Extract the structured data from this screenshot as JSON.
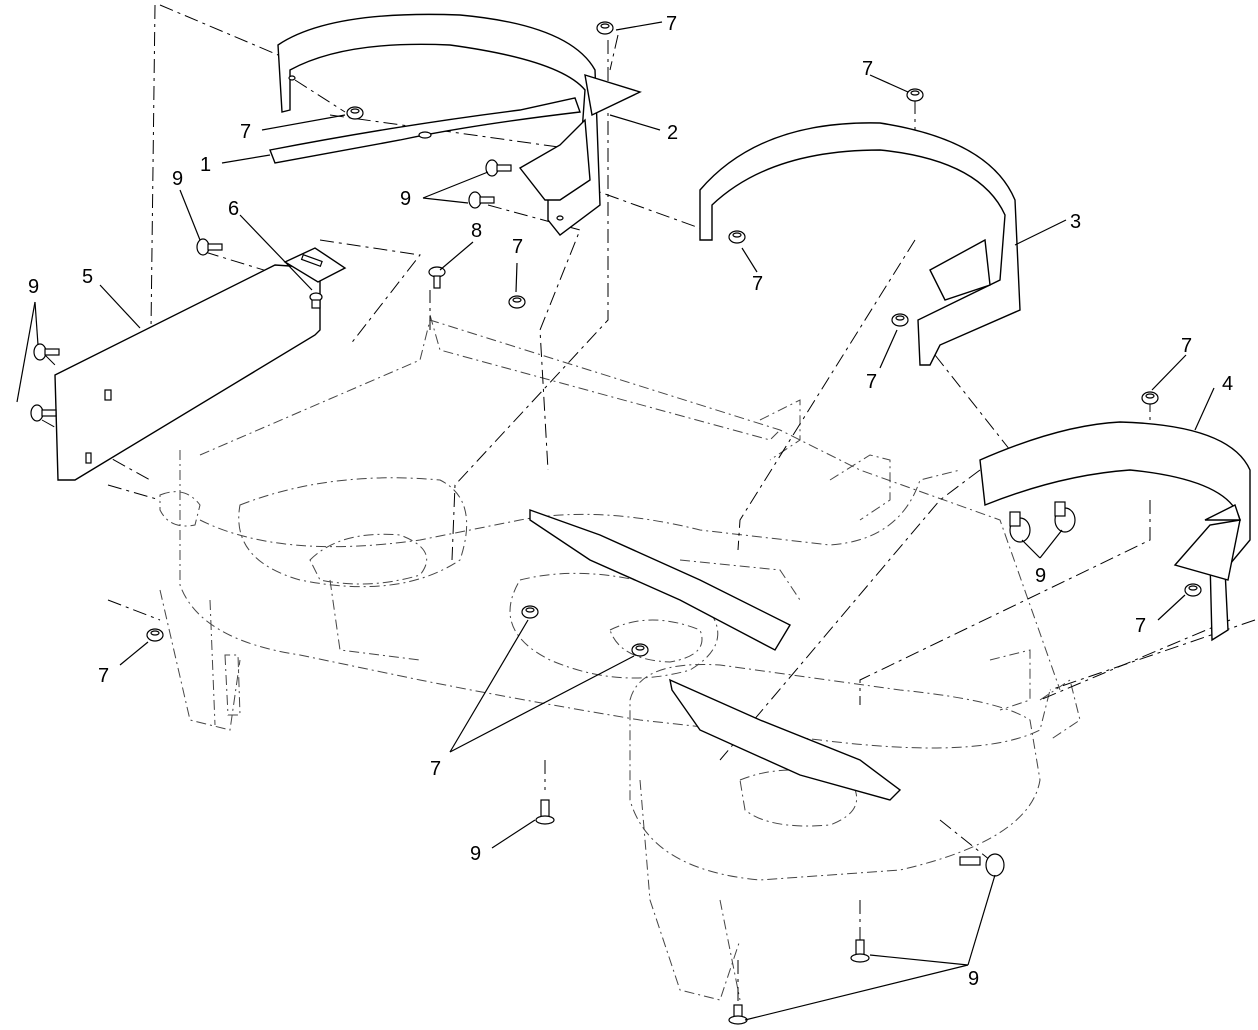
{
  "callouts": {
    "c1": "1",
    "c2": "2",
    "c3": "3",
    "c4": "4",
    "c5": "5",
    "c6": "6",
    "c7a": "7",
    "c7b": "7",
    "c7c": "7",
    "c7d": "7",
    "c7e": "7",
    "c7f": "7",
    "c7g": "7",
    "c7h": "7",
    "c7i": "7",
    "c7j": "7",
    "c8": "8",
    "c9a": "9",
    "c9b": "9",
    "c9c": "9",
    "c9d": "9",
    "c9e": "9",
    "c9f": "9"
  }
}
